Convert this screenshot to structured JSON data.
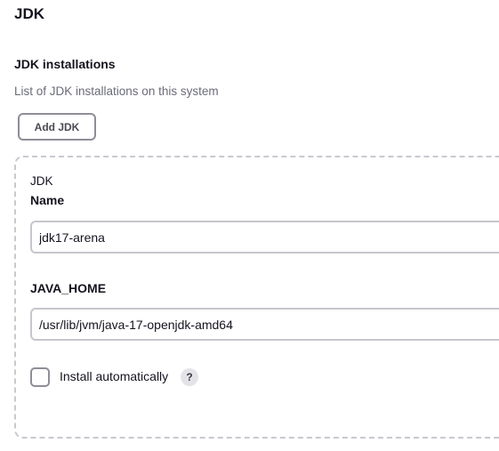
{
  "section": {
    "title": "JDK"
  },
  "installations": {
    "title": "JDK installations",
    "description": "List of JDK installations on this system",
    "add_button_label": "Add JDK"
  },
  "jdk_entry": {
    "heading": "JDK",
    "name_label": "Name",
    "name_value": "jdk17-arena",
    "java_home_label": "JAVA_HOME",
    "java_home_value": "/usr/lib/jvm/java-17-openjdk-amd64",
    "install_automatically": {
      "label": "Install automatically",
      "checked": false,
      "help_icon": "question-mark-icon",
      "help_glyph": "?"
    }
  },
  "colors": {
    "text": "#14141f",
    "muted_text": "#6b6b7a",
    "border": "#c6c6cd",
    "dashed_border": "#c9c9d0",
    "help_badge": "#e4e4e8"
  }
}
